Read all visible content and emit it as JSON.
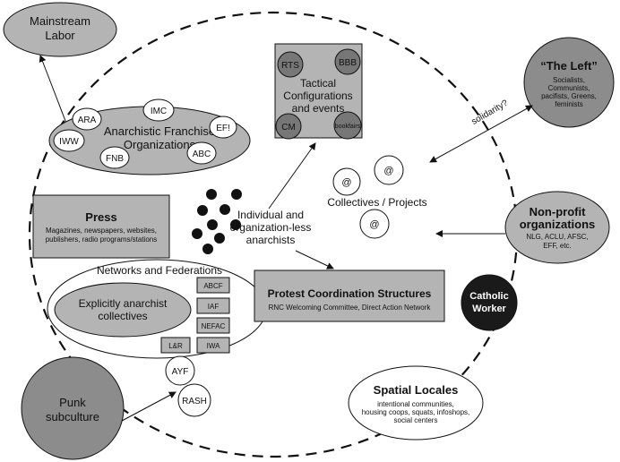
{
  "outside": {
    "mainstream_labor": [
      "Mainstream",
      "Labor"
    ],
    "the_left": {
      "title": "“The Left”",
      "sub": [
        "Socialists,",
        "Communists,",
        "pacifists, Greens,",
        "feminists"
      ]
    },
    "non_profit": {
      "title": [
        "Non-profit",
        "organizations"
      ],
      "sub": [
        "NLG, ACLU, AFSC,",
        "EFF, etc."
      ]
    },
    "catholic_worker": [
      "Catholic",
      "Worker"
    ],
    "punk": [
      "Punk",
      "subculture"
    ],
    "spatial_locales": {
      "title": "Spatial Locales",
      "sub": [
        "intentional communities,",
        "housing coops, squats, infoshops,",
        "social centers"
      ]
    },
    "solidarity_label": "solidarity?"
  },
  "franchise": {
    "title": [
      "Anarchistic Franchise",
      "Organizations"
    ],
    "items": [
      "ARA",
      "IMC",
      "EF!",
      "IWW",
      "FNB",
      "ABC"
    ]
  },
  "tactical": {
    "title": [
      "Tactical",
      "Configurations",
      "and events"
    ],
    "items": [
      "RTS",
      "BBB",
      "CM",
      "bookfairs"
    ]
  },
  "collectives": {
    "label": "Collectives / Projects",
    "symbol": "@"
  },
  "individual": {
    "label": [
      "Individual and",
      "organization-less",
      "anarchists"
    ]
  },
  "press": {
    "title": "Press",
    "sub": [
      "Magazines, newspapers, websites,",
      "publishers, radio programs/stations"
    ]
  },
  "networks": {
    "title": "Networks and Federations",
    "explicit": [
      "Explicitly anarchist",
      "collectives"
    ],
    "items": [
      "ABCF",
      "IAF",
      "NEFAC",
      "L&R",
      "IWA"
    ]
  },
  "protest": {
    "title": "Protest Coordination Structures",
    "sub": "RNC Welcoming Committee, Direct Action Network"
  },
  "youth": {
    "items": [
      "AYF",
      "RASH"
    ]
  },
  "colors": {
    "light_gray": "#d2d2d2",
    "mid_gray": "#b4b4b4",
    "dark_gray": "#8c8c8c",
    "darker_gray": "#777777",
    "black": "#1a1a1a"
  }
}
